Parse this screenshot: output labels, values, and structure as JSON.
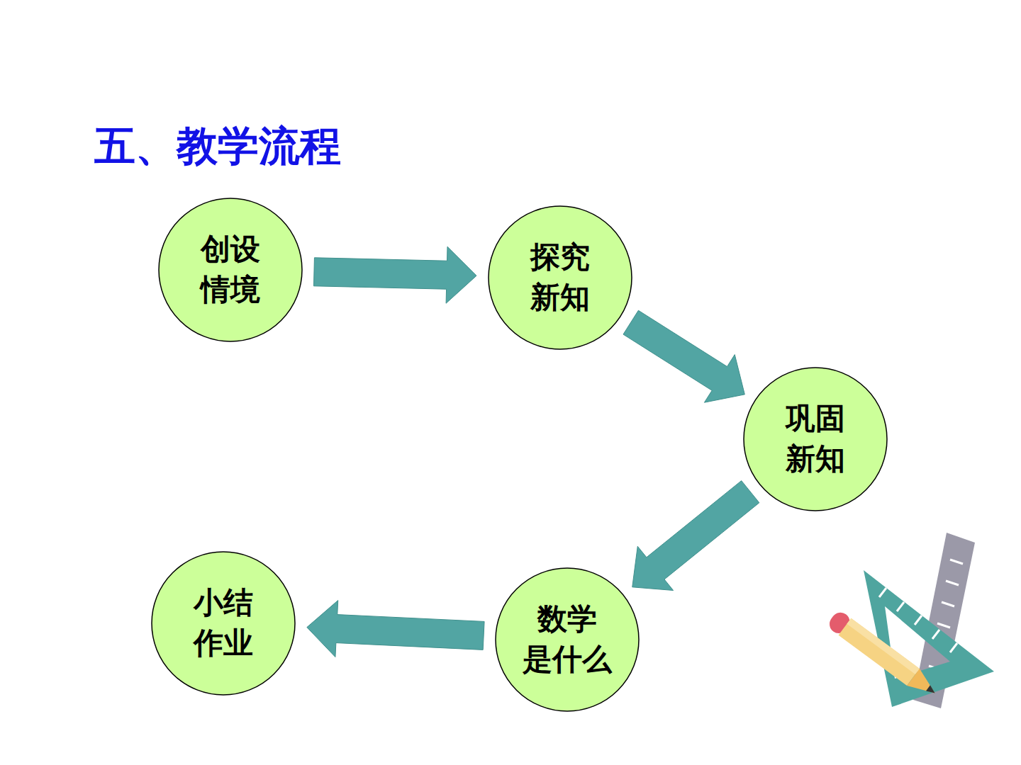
{
  "diagram": {
    "title": "五、教学流程",
    "nodes": [
      {
        "text": [
          "创设 情境"
        ]
      },
      {
        "text": [
          "探究 新知"
        ]
      },
      {
        "text": [
          "巩固 新知"
        ]
      },
      {
        "text": [
          "数学 是什么"
        ]
      },
      {
        "text": [
          "小结 作业"
        ]
      }
    ],
    "edges": [
      {
        "from": 0,
        "to": 1,
        "arrow": "to"
      },
      {
        "from": 1,
        "to": 2,
        "arrow": "to"
      },
      {
        "from": 2,
        "to": 3,
        "arrow": "to"
      },
      {
        "from": 3,
        "to": 4,
        "arrow": "to"
      }
    ]
  }
}
